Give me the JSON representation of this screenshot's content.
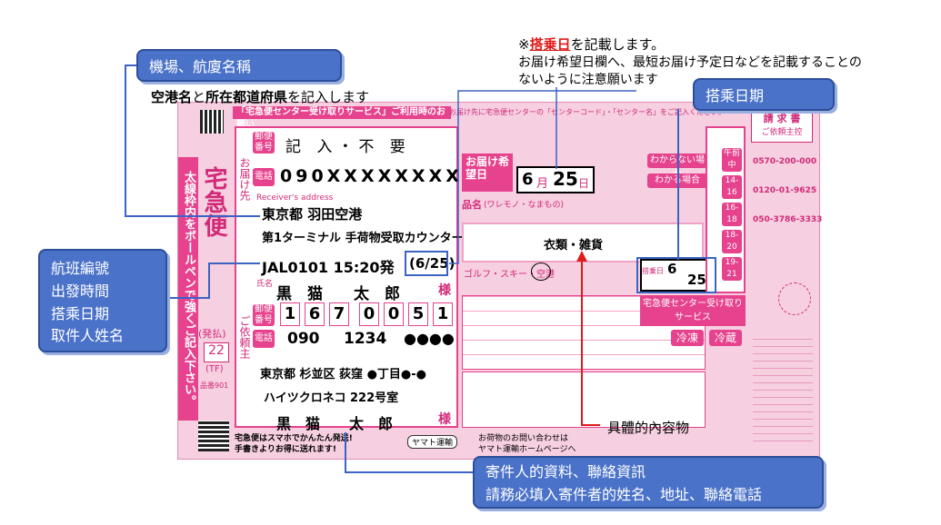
{
  "callouts": {
    "airport_name": "機場、航廈名稱",
    "flight_info": [
      "航班編號",
      "出發時間",
      "搭乘日期",
      "取件人姓名"
    ],
    "boarding_date": "搭乘日期",
    "sender_info": [
      "寄件人的資料、聯絡資訊",
      "請務必填入寄件者的姓名、地址、聯絡電話"
    ],
    "contents": "具體的內容物"
  },
  "notes": {
    "airport_instruction_a": "空港名",
    "airport_instruction_b": "と",
    "airport_instruction_c": "所在都道府県",
    "airport_instruction_d": "を記入します",
    "boarding_mark": "※",
    "boarding_red": "搭乗日",
    "boarding_rest": "を記載します。",
    "boarding_line2": "お届け希望日欄へ、最短お届け予定日などを記載することの",
    "boarding_line3": "ないように注意願います"
  },
  "slip": {
    "header_text": "「宅急便センター受け取りサービス」ご利用時のお願い",
    "header_right": "お届け先に宅急便センターの「センターコード」・「センター名」をご記入ください。",
    "vertical_left": "太線枠内をボールペンで強くご記入下さい。",
    "vertical_brand": "宅急便",
    "pay_type": "(発払)",
    "code": "22",
    "code_sub": "(TF)",
    "postal_label": "郵便番号",
    "postal_value": "記 入・不 要",
    "tel_label": "電話",
    "recipient_phone": "090XXXXXXXXX",
    "to_label": "お届け先",
    "address_label": "Receiver's address",
    "recipient_address": "東京都 羽田空港",
    "recipient_terminal": "第1ターミナル 手荷物受取カウンター",
    "recipient_flight": "JAL0101 15:20発",
    "recipient_flight_date": "(6/25)",
    "name_label": "氏名",
    "recipient_name": "黒　猫　　太　郎",
    "sama": "様",
    "sender_postal": [
      "1",
      "6",
      "7",
      "0",
      "0",
      "5",
      "1"
    ],
    "sender_phone_a": "090",
    "sender_phone_b": "1234",
    "sender_phone_c": "●●●●",
    "from_label": "ご依頼主",
    "sender_address": "東京都 杉並区 荻窪 ●丁目●-●",
    "sender_building": "ハイツクロネコ 222号室",
    "sender_name": "黒　猫　　太　郎",
    "delivery_date_label": "お届け希望日",
    "delivery_month": "6",
    "delivery_month_unit": "月",
    "delivery_day": "25",
    "delivery_day_unit": "日",
    "time_unknown": "わからない場合",
    "time_known": "わかる場合",
    "item_label": "品名",
    "item_note": "(ワレモノ・なまもの)",
    "item_value": "衣類・雑貨",
    "golf_ski": "ゴルフ・スキー・空港",
    "boarding_day_label": "搭乗日",
    "boarding_month": "6",
    "boarding_day": "25",
    "invoice_title": "請 求 書",
    "invoice_sub": "ご依頼主控",
    "phone_numbers": [
      "0570-200-000",
      "0120-01-9625",
      "050-3786-3333"
    ],
    "time_slots": [
      "午前中",
      "14-16",
      "16-18",
      "18-20",
      "19-21"
    ],
    "service": "宅急便センター受け取りサービス",
    "cool_a": "冷凍",
    "cool_b": "冷蔵",
    "footer_left": "宅急便はスマホでかんたん発送!",
    "footer_left2": "手書きよりお得に送れます!",
    "footer_mid": "ヤマト運輸",
    "footer_right": "お荷物のお問い合わせは",
    "footer_right2": "ヤマト運輸ホームページへ",
    "serial": "品番901"
  },
  "colors": {
    "callout_blue": "#4a72c8",
    "slip_pink": "#e6428d",
    "slip_bg": "#f6cfe0",
    "annotation_red": "#e01a1a"
  }
}
